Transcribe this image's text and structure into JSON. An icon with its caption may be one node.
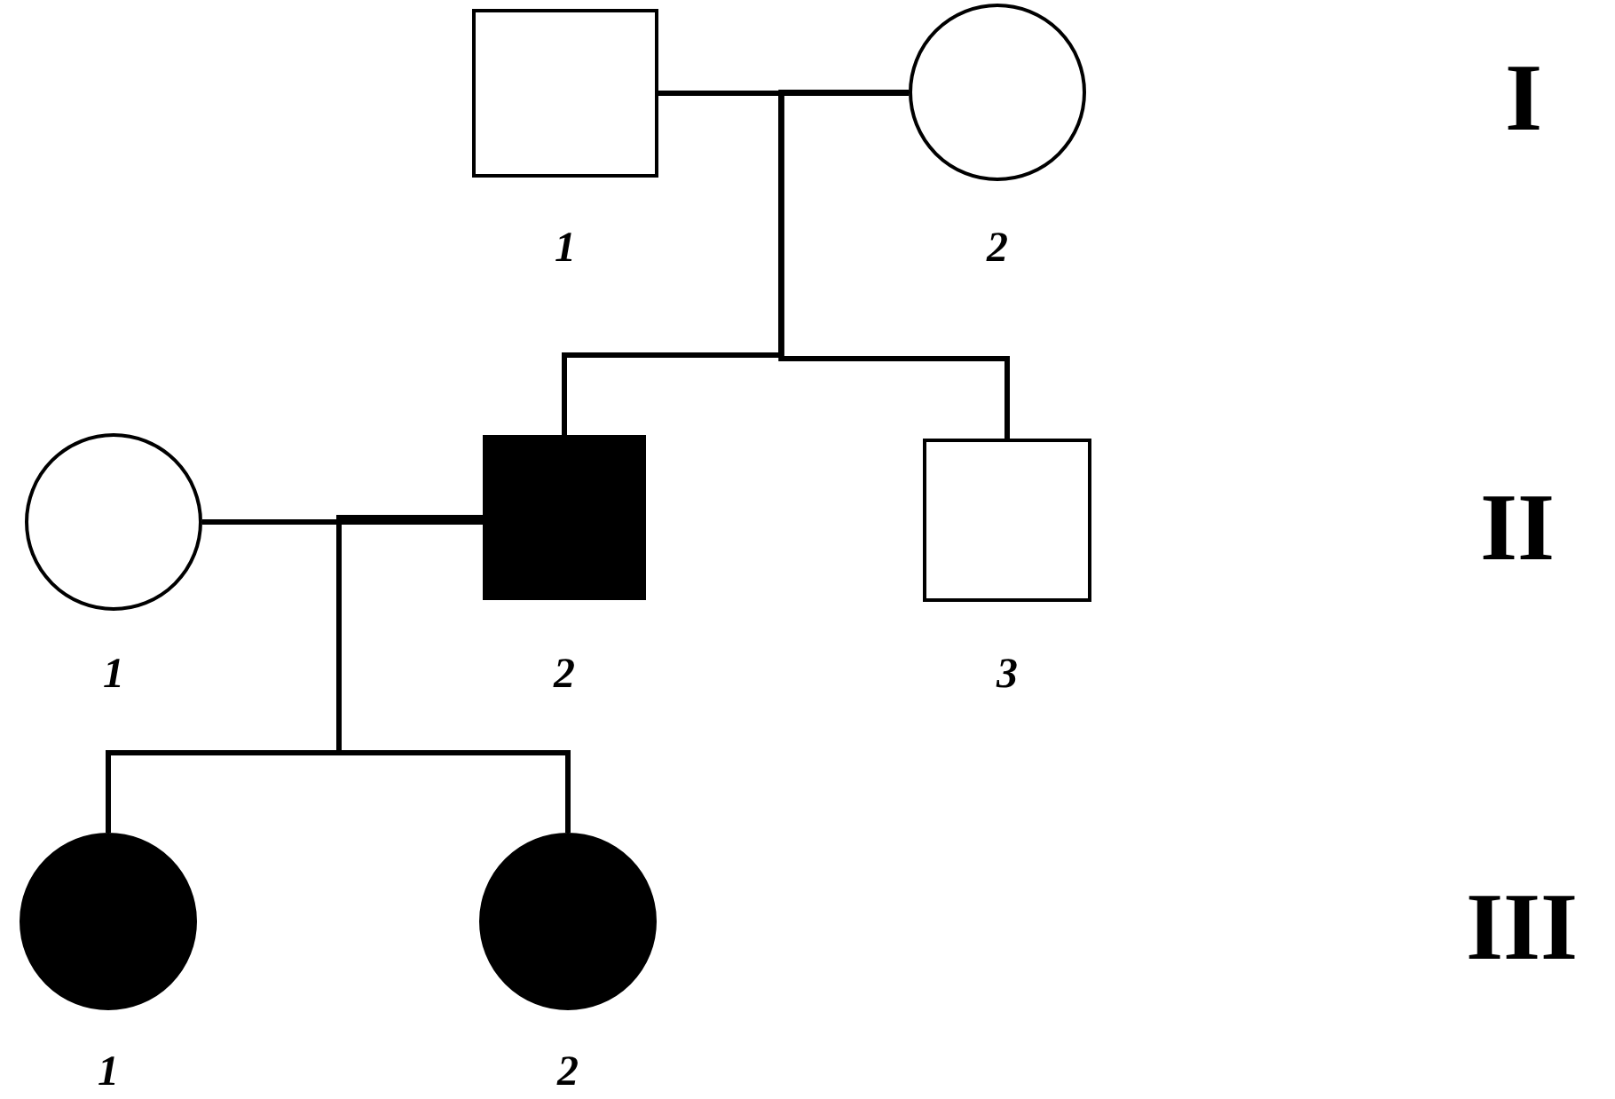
{
  "diagram": {
    "nodes": [
      {
        "text": [],
        "shape": "box",
        "beside": [
          "1"
        ]
      },
      {
        "text": [],
        "shape": "circle",
        "beside": [
          "2"
        ]
      },
      {
        "text": [],
        "shape": "circle",
        "beside": [
          "1"
        ]
      },
      {
        "text": [],
        "shape": "box",
        "beside": [
          "2"
        ]
      },
      {
        "text": [],
        "shape": "box",
        "beside": [
          "3"
        ]
      },
      {
        "text": [],
        "shape": "circle",
        "beside": [
          "1"
        ]
      },
      {
        "text": [],
        "shape": "circle",
        "beside": [
          "2"
        ]
      }
    ],
    "edges": [
      {
        "from": 0,
        "to": 1,
        "arrow": "none"
      },
      {
        "from": 0,
        "to": 3,
        "arrow": "none"
      },
      {
        "from": 1,
        "to": 3,
        "arrow": "none"
      },
      {
        "from": 0,
        "to": 4,
        "arrow": "none"
      },
      {
        "from": 1,
        "to": 4,
        "arrow": "none"
      },
      {
        "from": 2,
        "to": 3,
        "arrow": "none"
      },
      {
        "from": 2,
        "to": 5,
        "arrow": "none"
      },
      {
        "from": 3,
        "to": 5,
        "arrow": "none"
      },
      {
        "from": 2,
        "to": 6,
        "arrow": "none"
      },
      {
        "from": 3,
        "to": 6,
        "arrow": "none"
      }
    ],
    "labels": [
      "I",
      "II",
      "III"
    ]
  }
}
